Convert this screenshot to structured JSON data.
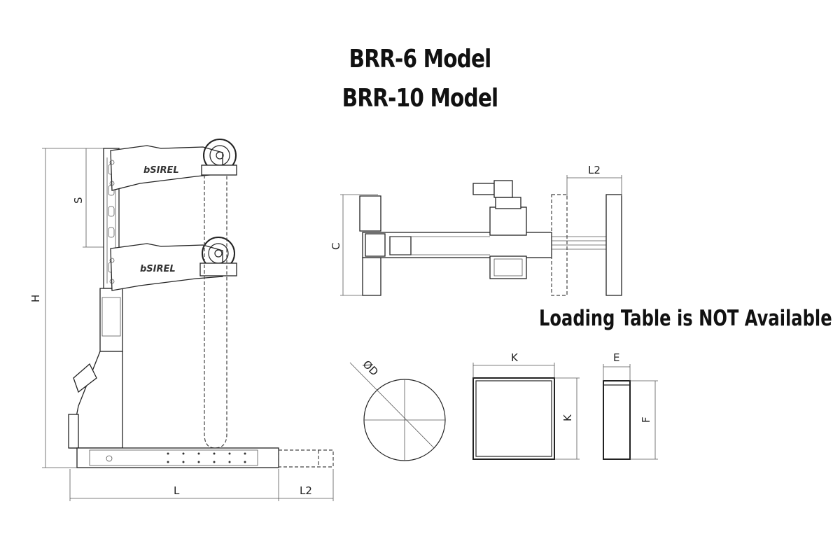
{
  "titles": {
    "line1": "BRR-6 Model",
    "line2": "BRR-10 Model"
  },
  "note": "Loading Table is NOT Available",
  "brand_logo": "bSIREL",
  "dimensions": {
    "h": "H",
    "s": "S",
    "l": "L",
    "l2_bottom": "L2",
    "l2_top": "L2",
    "c": "C",
    "diameter": "ØD",
    "k_top": "K",
    "k_side": "K",
    "e": "E",
    "f": "F"
  }
}
